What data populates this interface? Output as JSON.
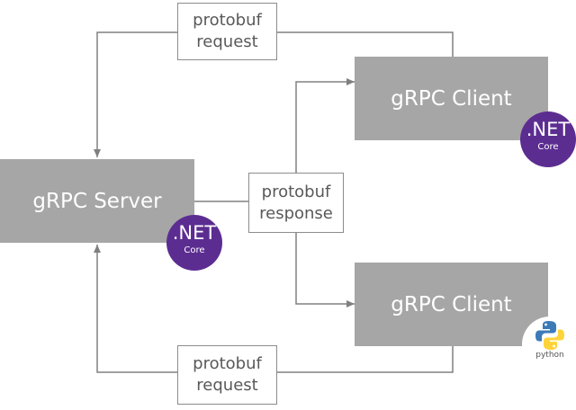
{
  "nodes": {
    "server": "gRPC Server",
    "client_top": "gRPC Client",
    "client_bottom": "gRPC Client"
  },
  "edge_labels": {
    "top": [
      "protobuf",
      "request"
    ],
    "middle": [
      "protobuf",
      "response"
    ],
    "bottom": [
      "protobuf",
      "request"
    ]
  },
  "badges": {
    "dotnet_main": ".NET",
    "dotnet_sub": "Core",
    "python": "python"
  },
  "colors": {
    "node_fill": "#a6a6a6",
    "dotnet_purple": "#5c2d91",
    "python_blue": "#3d7ab8",
    "python_yellow": "#ffd43b",
    "line": "#808080"
  }
}
